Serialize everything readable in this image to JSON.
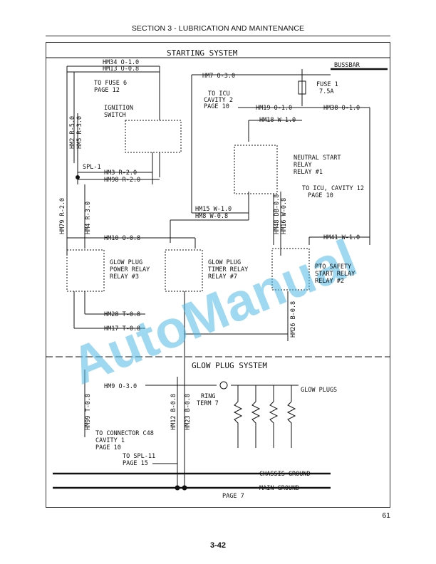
{
  "header": {
    "section_title": "SECTION 3 - LUBRICATION AND MAINTENANCE"
  },
  "diagram": {
    "starting_title": "STARTING SYSTEM",
    "glow_title": "GLOW PLUG SYSTEM",
    "bussbar": "BUSSBAR",
    "chassis_ground": "CHASSIS GROUND",
    "main_ground": "MAIN GROUND",
    "page7": "PAGE 7",
    "wires": {
      "hm34": "HM34 O-1.0",
      "hm13": "HM13 O-0.8",
      "hm7": "HM7 O-3.0",
      "hm19": "HM19 O-1.0",
      "hm38": "HM38 O-1.0",
      "hm18": "HM18 W-1.0",
      "hm2": "HM2 R-5.0",
      "hm5": "HM5 R-3.0",
      "hm3": "HM3 R-2.0",
      "hm98": "HM98 R-2.0",
      "hm79": "HM79 R-2.0",
      "hm4": "HM4 R-3.0",
      "hm15": "HM15 W-1.0",
      "hm8": "HM8 W-0.8",
      "hm48": "HM48 DB-0.8",
      "hm16": "HM16 W-0.8",
      "hm10": "HM10 O-0.8",
      "hm41": "HM41 W-1.0",
      "hm28": "HM28 T-0.8",
      "hm17": "HM17 T-0.8",
      "hm26": "HM26 B-0.8",
      "hm9": "HM9 O-3.0",
      "hm99": "HM99 T-0.8",
      "hm12": "HM12 B-0.8",
      "hm23": "HM23 B-0.8"
    },
    "labels": {
      "fuse6_1": "TO FUSE 6",
      "fuse6_2": "PAGE 12",
      "icu2_1": "TO ICU",
      "icu2_2": "CAVITY 2",
      "icu2_3": "PAGE 10",
      "fuse1_1": "FUSE 1",
      "fuse1_2": "7.5A",
      "ign_1": "IGNITION",
      "ign_2": "SWITCH",
      "spl1": "SPL-1",
      "neutral_1": "NEUTRAL START",
      "neutral_2": "RELAY",
      "neutral_3": "RELAY #1",
      "icu12_1": "TO ICU, CAVITY 12",
      "icu12_2": "PAGE 10",
      "gppr_1": "GLOW PLUG",
      "gppr_2": "POWER RELAY",
      "gppr_3": "RELAY #3",
      "gptr_1": "GLOW PLUG",
      "gptr_2": "TIMER RELAY",
      "gptr_3": "RELAY #7",
      "pto_1": "PTO SAFETY",
      "pto_2": "START RELAY",
      "pto_3": "RELAY #2",
      "ring_1": "RING",
      "ring_2": "TERM 7",
      "glow_plugs": "GLOW PLUGS",
      "c48_1": "TO CONNECTOR C48",
      "c48_2": "CAVITY 1",
      "c48_3": "PAGE 10",
      "spl11_1": "TO SPL-11",
      "spl11_2": "PAGE 15"
    },
    "watermark": "AutoManual"
  },
  "page_number": "61",
  "footer": {
    "page_label": "3-42"
  }
}
